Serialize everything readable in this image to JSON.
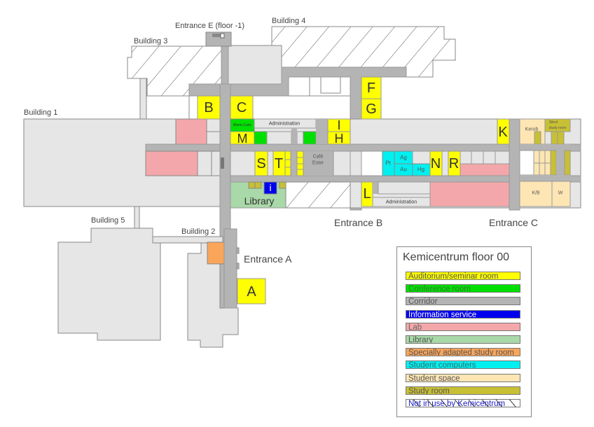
{
  "map": {
    "title": "Kemicentrum floor 00",
    "building_labels": {
      "building1": "Building 1",
      "building2": "Building 2",
      "building3": "Building 3",
      "building4": "Building 4",
      "building5": "Building 5"
    },
    "entrance_labels": {
      "entrance_a": "Entrance A",
      "entrance_b": "Entrance B",
      "entrance_c": "Entrance C",
      "entrance_e": "Entrance E (floor -1)"
    },
    "rooms": {
      "A": "A",
      "B": "B",
      "C": "C",
      "F": "F",
      "G": "G",
      "H": "H",
      "I": "I",
      "K": "K",
      "L": "L",
      "M": "M",
      "N": "N",
      "R": "R",
      "S": "S",
      "T": "T",
      "info": "i",
      "library": "Library",
      "marie_curie": "Marie-Curie",
      "administration_top": "Administration",
      "administration_bottom": "Administration",
      "cafe_line1": "Café",
      "cafe_line2": "Ester",
      "pt": "Pt",
      "ag": "Ag",
      "au": "Au",
      "hg": "Hg",
      "kerub": "Kerub",
      "silent_line1": "Silent",
      "silent_line2": "study room",
      "kb": "K/B",
      "w": "W"
    }
  },
  "legend": {
    "title": "Kemicentrum floor 00",
    "items": [
      {
        "label": "Auditorium/seminar room",
        "color": "#ffff00",
        "text_color": "#555"
      },
      {
        "label": "Conference room",
        "color": "#00e000",
        "text_color": "#3a7a3a"
      },
      {
        "label": "Corridor",
        "color": "#b4b4b4",
        "text_color": "#555"
      },
      {
        "label": "Information service",
        "color": "#0000ee",
        "text_color": "#ffffff"
      },
      {
        "label": "Lab",
        "color": "#f4a7aa",
        "text_color": "#666"
      },
      {
        "label": "Library",
        "color": "#a9d8a9",
        "text_color": "#555"
      },
      {
        "label": "Specially adapted study room",
        "color": "#f9a55a",
        "text_color": "#555"
      },
      {
        "label": "Student computers",
        "color": "#00f0f0",
        "text_color": "#3a6a6a"
      },
      {
        "label": "Student space",
        "color": "#fde6b4",
        "text_color": "#555"
      },
      {
        "label": "Study room",
        "color": "#c8c034",
        "text_color": "#555"
      },
      {
        "label": "Not in use by Kemicentrum",
        "color": "hatched",
        "text_color": "#2020c0"
      }
    ]
  }
}
